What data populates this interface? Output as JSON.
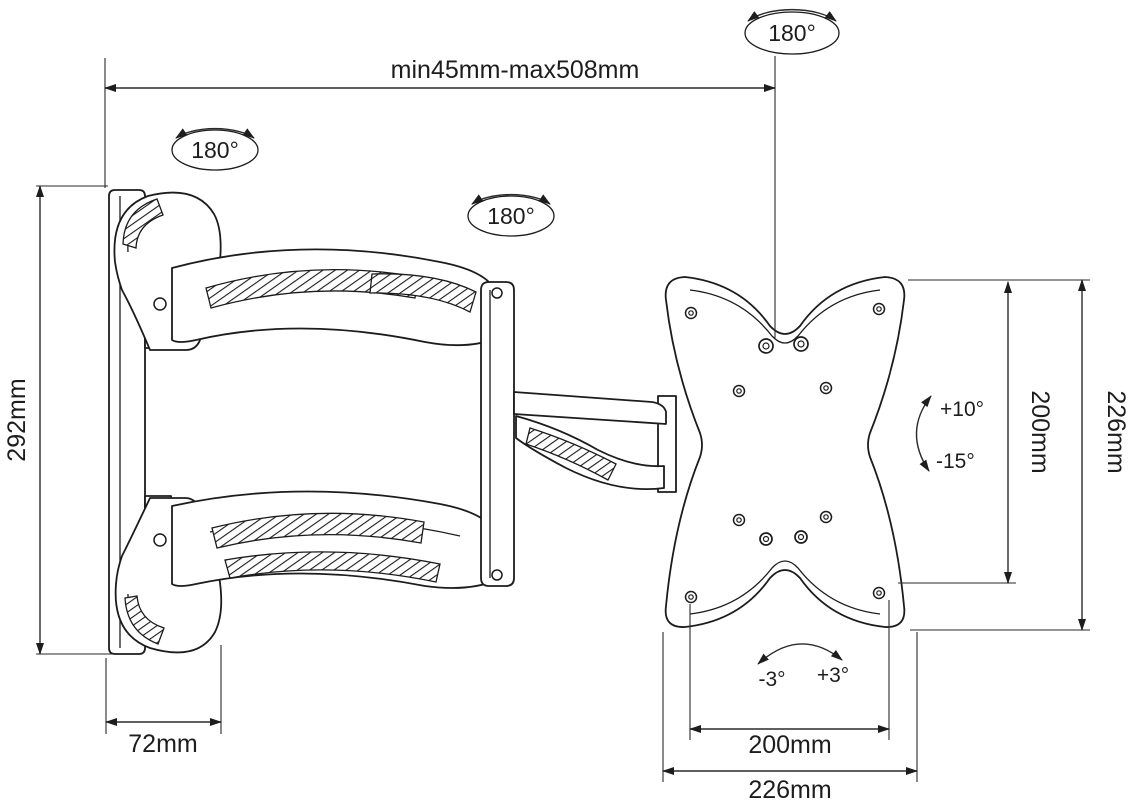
{
  "colors": {
    "line": "#1c1c1c",
    "background": "#ffffff"
  },
  "diagram": {
    "dimensions": {
      "arm_extension": "min45mm-max508mm",
      "wall_plate_height": "292mm",
      "wall_plate_width": "72mm",
      "vesa_vertical_inner": "200mm",
      "vesa_vertical_outer": "226mm",
      "vesa_horizontal_inner": "200mm",
      "vesa_horizontal_outer": "226mm"
    },
    "angles": {
      "swivel_wall": "180°",
      "swivel_arm": "180°",
      "swivel_plate": "180°",
      "tilt_up": "+10°",
      "tilt_down": "-15°",
      "level_left": "-3°",
      "level_right": "+3°"
    }
  }
}
